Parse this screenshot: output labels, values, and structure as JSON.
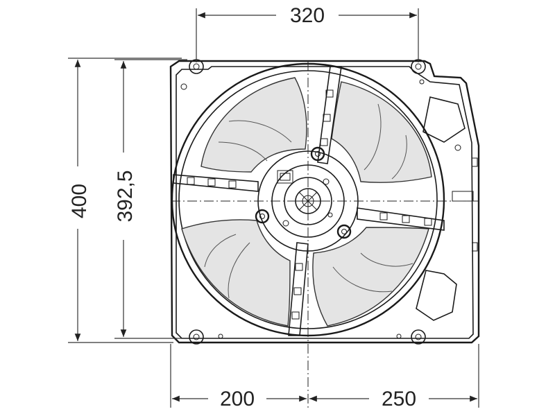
{
  "dimensions": {
    "top_width": "320",
    "left_height_outer": "400",
    "left_height_inner": "392,5",
    "bottom_left": "200",
    "bottom_right": "250"
  },
  "colors": {
    "line": "#1a1a1a",
    "blade_fill": "#e4e4e4",
    "background": "#ffffff"
  }
}
